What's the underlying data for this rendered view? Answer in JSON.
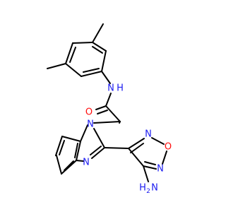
{
  "molecule": {
    "atoms": {
      "amide_nh": {
        "label": "N",
        "sub": "H",
        "color": "#1c1cf0"
      },
      "amide_o": {
        "label": "O",
        "color": "#ff0d0d"
      },
      "benzimidazole_n1": {
        "label": "N",
        "color": "#1c1cf0"
      },
      "benzimidazole_n3": {
        "label": "N",
        "color": "#1c1cf0"
      },
      "oxadiazole_o": {
        "label": "O",
        "color": "#ff0d0d"
      },
      "oxadiazole_n2": {
        "label": "N",
        "color": "#1c1cf0"
      },
      "oxadiazole_n5": {
        "label": "N",
        "color": "#1c1cf0"
      },
      "amine": {
        "label": "H",
        "sub": "2",
        "tail": "N",
        "color": "#1c1cf0"
      }
    },
    "colors": {
      "bond": "#000000",
      "nitrogen": "#1c1cf0",
      "oxygen": "#ff0d0d"
    }
  }
}
